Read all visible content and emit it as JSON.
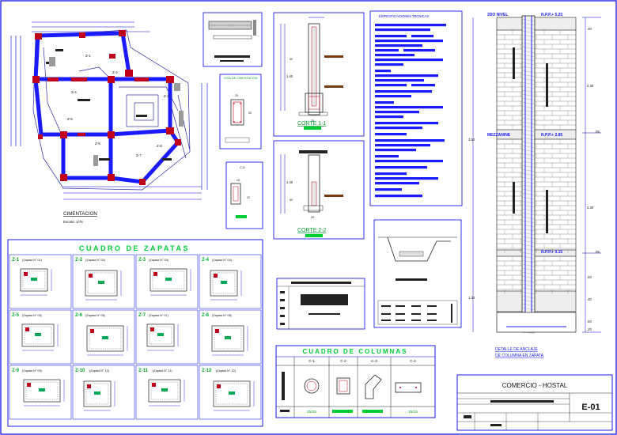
{
  "plan": {
    "title": "CIMENTACION",
    "scale": "Escala: 1/75",
    "zapata_tags": [
      "Z-1",
      "Z-2",
      "Z-3",
      "Z-4",
      "Z-5",
      "Z-6",
      "Z-7",
      "Z-8"
    ]
  },
  "viga": {
    "title": "VIGA DE CIMENTACION",
    "dim_w": "25",
    "dim_h": "30"
  },
  "columna_small": {
    "title": "C-5",
    "dim_w": "15",
    "dim_h": "20"
  },
  "corte1": {
    "title": "CORTE 1-1",
    "dim_a": "1.40",
    "dim_b": "50",
    "dim_c": "25"
  },
  "corte2": {
    "title": "CORTE 2-2",
    "dim_a": "1.40",
    "dim_b": "50",
    "dim_c": "25"
  },
  "specs": {
    "title": "ESPECIFICACIONES TECNICAS"
  },
  "elevation": {
    "level_top": "2DO NIVEL",
    "npt_top": "N.P.P.+ 5.25",
    "level_mid": "MEZZANINE",
    "npt_mid": "N.P.P.+ 2.85",
    "npt_low": "N.P.P.+ 0.15",
    "dims": [
      ".40",
      "2.30",
      ".05",
      "3.50",
      "2.30",
      ".05",
      ".50",
      ".40",
      "1.40",
      ".50",
      ".20"
    ],
    "caption_l1": "DETALLE DE ANCLAJE",
    "caption_l2": "DE COLUMNA EN ZAPATA"
  },
  "zapatas": {
    "title": "CUADRO  DE  ZAPATAS",
    "items": [
      {
        "tag": "Z-1",
        "sub": "(Zapata N° 01)"
      },
      {
        "tag": "Z-2",
        "sub": "(Zapata N° 02)"
      },
      {
        "tag": "Z-3",
        "sub": "(Zapata N° 03)"
      },
      {
        "tag": "Z-4",
        "sub": "(Zapata N° 04)"
      },
      {
        "tag": "Z-5",
        "sub": "(Zapata N° 05)"
      },
      {
        "tag": "Z-6",
        "sub": "(Zapata N° 06)"
      },
      {
        "tag": "Z-7",
        "sub": "(Zapata N° 07)"
      },
      {
        "tag": "Z-8",
        "sub": "(Zapata N° 08)"
      },
      {
        "tag": "Z-9",
        "sub": "(Zapata N° 09)"
      },
      {
        "tag": "Z-10",
        "sub": "(Zapata N° 10)"
      },
      {
        "tag": "Z-11",
        "sub": "(Zapata N° 11)"
      },
      {
        "tag": "Z-12",
        "sub": "(Zapata N° 12)"
      }
    ]
  },
  "columnas": {
    "title": "CUADRO  DE  COLUMNAS",
    "headers": [
      "C-1",
      "C-2",
      "C-3",
      "C-4"
    ],
    "footers": [
      "25/25",
      " ",
      " ",
      "15/15"
    ]
  },
  "title_block": {
    "project": "COMERCIO - HOSTAL",
    "sheet": "E-01"
  },
  "colors": {
    "blue": "#1a1aff",
    "red": "#c0001a",
    "green": "#00cc33",
    "brown": "#7a3a10",
    "line": "#0000ee"
  }
}
